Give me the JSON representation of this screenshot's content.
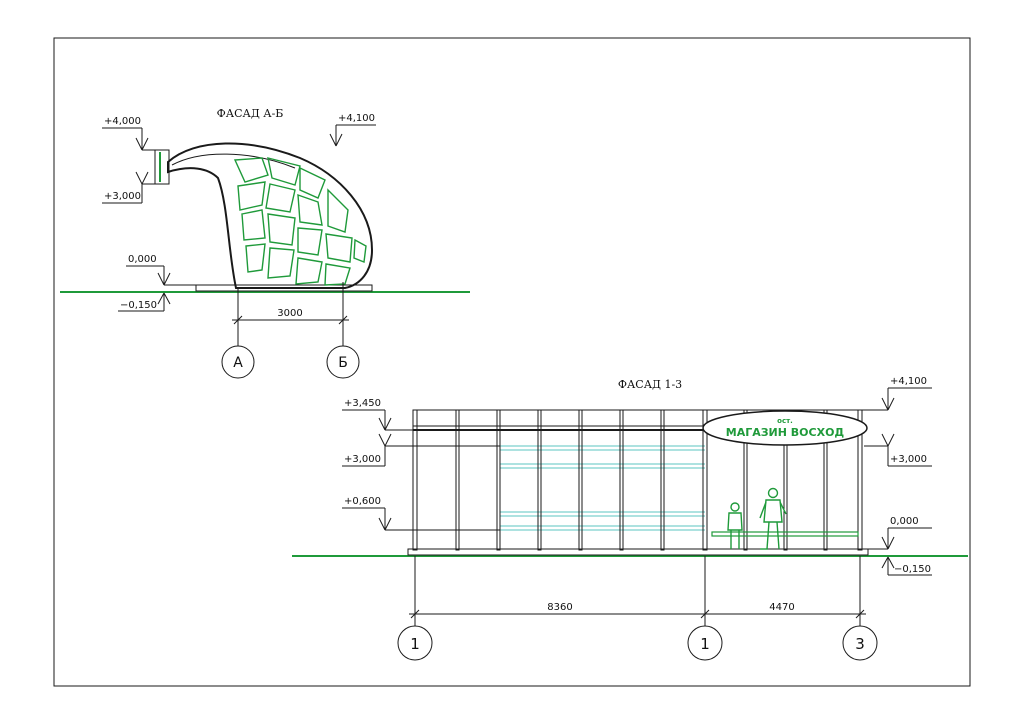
{
  "facade_ab": {
    "title": "ФАСАД А-Б",
    "levels": [
      "+4,000",
      "+4,100",
      "+3,000",
      "0,000",
      "−0,150"
    ],
    "dimension": "3000",
    "axes": [
      "А",
      "Б"
    ]
  },
  "facade_13": {
    "title": "ФАСАД 1-3",
    "levels_left": [
      "+3,450",
      "+3,000",
      "+0,600"
    ],
    "levels_right": [
      "+4,100",
      "+3,000",
      "0,000",
      "−0,150"
    ],
    "dimensions": [
      "8360",
      "4470"
    ],
    "axes": [
      "1",
      "1",
      "3"
    ],
    "sign_small": "ост.",
    "sign_main": "МАГАЗИН ВОСХОД"
  },
  "colors": {
    "line": "#1a1a1a",
    "ground": "#1f9a3a",
    "glass": "#5bc6c0",
    "sign": "#1f9a3a"
  }
}
